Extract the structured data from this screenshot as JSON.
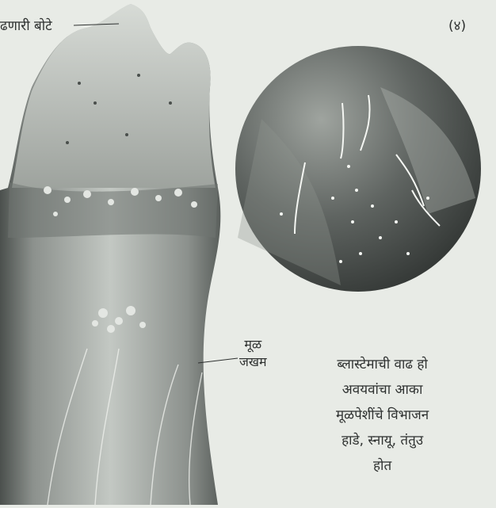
{
  "labels": {
    "top_left": "ढणारी बोटे",
    "figure_number": "(४)",
    "wound_line1": "मूळ",
    "wound_line2": "जखम"
  },
  "caption_lines": [
    "ब्लास्टेमाची वाढ हो",
    "अवयवांचा आका",
    "मूळपेशींचे विभाजन",
    "हाडे, स्नायू, तंतुउ",
    "होत"
  ],
  "colors": {
    "background": "#e8ebe6",
    "limb_light": "#c9cec9",
    "limb_dark": "#6f7571",
    "circle_dark": "#3d4240",
    "text": "#2e3130"
  }
}
